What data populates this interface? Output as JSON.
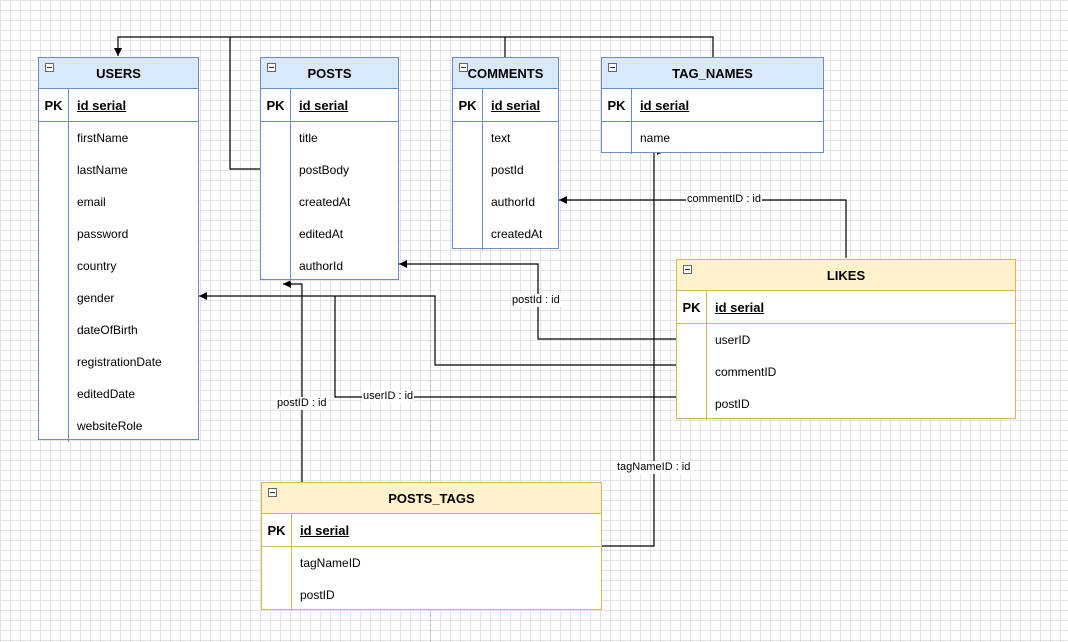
{
  "tables": {
    "users": {
      "title": "USERS",
      "pk_label": "PK",
      "pk_field": "id serial",
      "fields": [
        "firstName",
        "lastName",
        "email",
        "password",
        "country",
        "gender",
        "dateOfBirth",
        "registrationDate",
        "editedDate",
        "websiteRole"
      ]
    },
    "posts": {
      "title": "POSTS",
      "pk_label": "PK",
      "pk_field": "id serial",
      "fields": [
        "title",
        "postBody",
        "createdAt",
        "editedAt",
        "authorId"
      ]
    },
    "comments": {
      "title": "COMMENTS",
      "pk_label": "PK",
      "pk_field": "id serial",
      "fields": [
        "text",
        "postId",
        "authorId",
        "createdAt"
      ]
    },
    "tag_names": {
      "title": "TAG_NAMES",
      "pk_label": "PK",
      "pk_field": "id serial",
      "fields": [
        "name"
      ]
    },
    "likes": {
      "title": "LIKES",
      "pk_label": "PK",
      "pk_field": "id serial",
      "fields": [
        "userID",
        "commentID",
        "postID"
      ]
    },
    "posts_tags": {
      "title": "POSTS_TAGS",
      "pk_label": "PK",
      "pk_field": "id serial",
      "fields": [
        "tagNameID",
        "postID"
      ]
    }
  },
  "edge_labels": {
    "comment_id": "commentID : id",
    "post_id_lower": "postId : id",
    "user_id": "userID : id",
    "post_id_upper": "postID : id",
    "tag_name_id": "tagNameID : id"
  },
  "colors": {
    "entity_fill": "#dae8fc",
    "entity_stroke": "#6c8ebf",
    "junction_fill": "#fff2cc",
    "junction_stroke": "#d6b656",
    "edge": "#000000"
  }
}
